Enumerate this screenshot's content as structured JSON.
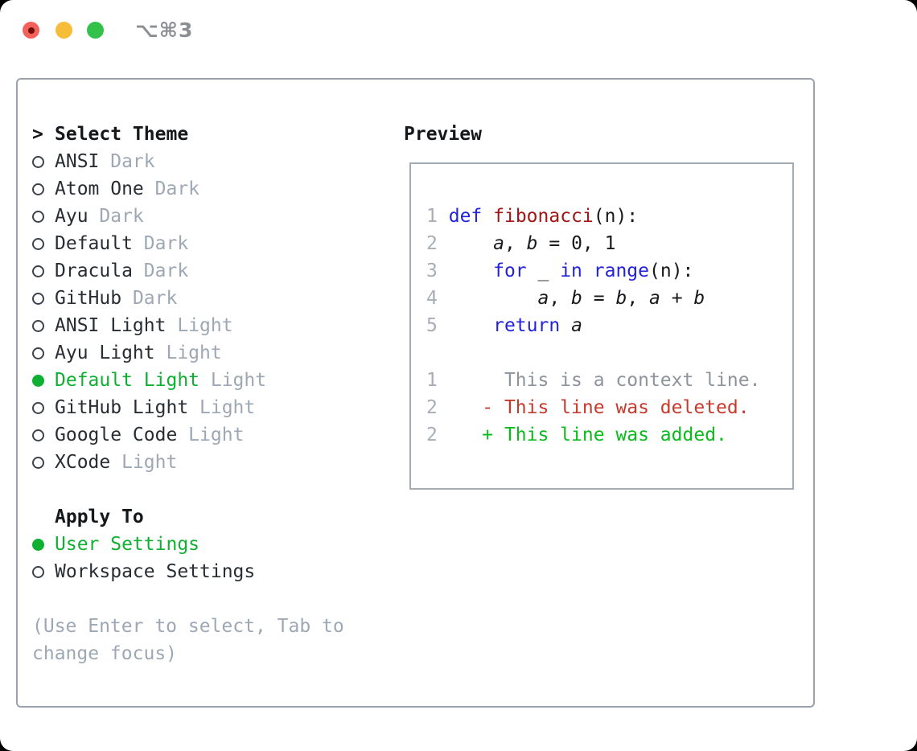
{
  "window": {
    "title": "⌥⌘3"
  },
  "theme_list": {
    "cursor": ">",
    "title": "Select Theme",
    "items": [
      {
        "name": "ANSI",
        "variant": "Dark",
        "selected": false
      },
      {
        "name": "Atom One",
        "variant": "Dark",
        "selected": false
      },
      {
        "name": "Ayu",
        "variant": "Dark",
        "selected": false
      },
      {
        "name": "Default",
        "variant": "Dark",
        "selected": false
      },
      {
        "name": "Dracula",
        "variant": "Dark",
        "selected": false
      },
      {
        "name": "GitHub",
        "variant": "Dark",
        "selected": false
      },
      {
        "name": "ANSI Light",
        "variant": "Light",
        "selected": false
      },
      {
        "name": "Ayu Light",
        "variant": "Light",
        "selected": false
      },
      {
        "name": "Default Light",
        "variant": "Light",
        "selected": true
      },
      {
        "name": "GitHub Light",
        "variant": "Light",
        "selected": false
      },
      {
        "name": "Google Code",
        "variant": "Light",
        "selected": false
      },
      {
        "name": "XCode",
        "variant": "Light",
        "selected": false
      }
    ]
  },
  "apply_to": {
    "title": "Apply To",
    "options": [
      {
        "label": "User Settings",
        "selected": true
      },
      {
        "label": "Workspace Settings",
        "selected": false
      }
    ]
  },
  "hint": {
    "line1": "(Use Enter to select, Tab to",
    "line2": "change focus)"
  },
  "preview": {
    "title": "Preview",
    "code_lines": [
      [
        [
          "ln",
          "1"
        ],
        [
          "pl",
          " "
        ],
        [
          "kw",
          "def"
        ],
        [
          "pl",
          " "
        ],
        [
          "fn",
          "fibonacci"
        ],
        [
          "pl",
          "(n):"
        ]
      ],
      [
        [
          "ln",
          "2"
        ],
        [
          "pl",
          "     "
        ],
        [
          "v",
          "a"
        ],
        [
          "pl",
          ", "
        ],
        [
          "v",
          "b"
        ],
        [
          "pl",
          " = 0, 1"
        ]
      ],
      [
        [
          "ln",
          "3"
        ],
        [
          "pl",
          "     "
        ],
        [
          "kw",
          "for"
        ],
        [
          "pl",
          " _ "
        ],
        [
          "kw",
          "in"
        ],
        [
          "pl",
          " "
        ],
        [
          "kw",
          "range"
        ],
        [
          "pl",
          "(n):"
        ]
      ],
      [
        [
          "ln",
          "4"
        ],
        [
          "pl",
          "         "
        ],
        [
          "v",
          "a"
        ],
        [
          "pl",
          ", "
        ],
        [
          "v",
          "b"
        ],
        [
          "pl",
          " = "
        ],
        [
          "v",
          "b"
        ],
        [
          "pl",
          ", "
        ],
        [
          "v",
          "a"
        ],
        [
          "pl",
          " + "
        ],
        [
          "v",
          "b"
        ]
      ],
      [
        [
          "ln",
          "5"
        ],
        [
          "pl",
          "     "
        ],
        [
          "kw",
          "return"
        ],
        [
          "pl",
          " "
        ],
        [
          "v",
          "a"
        ]
      ]
    ],
    "diff_lines": [
      [
        [
          "ln",
          "1"
        ],
        [
          "ctx",
          "      This is a context line."
        ]
      ],
      [
        [
          "ln",
          "2"
        ],
        [
          "del",
          "    - This line was deleted."
        ]
      ],
      [
        [
          "ln",
          "2"
        ],
        [
          "add",
          "    + This line was added."
        ]
      ]
    ]
  },
  "colors": {
    "selection_green": "#0fb032",
    "diff_added_green": "#0abb1c",
    "diff_deleted_red": "#c53a2b",
    "keyword_blue": "#2222dd",
    "function_red": "#a31515",
    "dim_gray": "#9da8b4",
    "line_number_gray": "#a7aeb8",
    "panel_border_gray": "#99a2ad",
    "traffic_red": "#f4605a",
    "traffic_yellow": "#f7bd39",
    "traffic_green": "#33c249"
  }
}
